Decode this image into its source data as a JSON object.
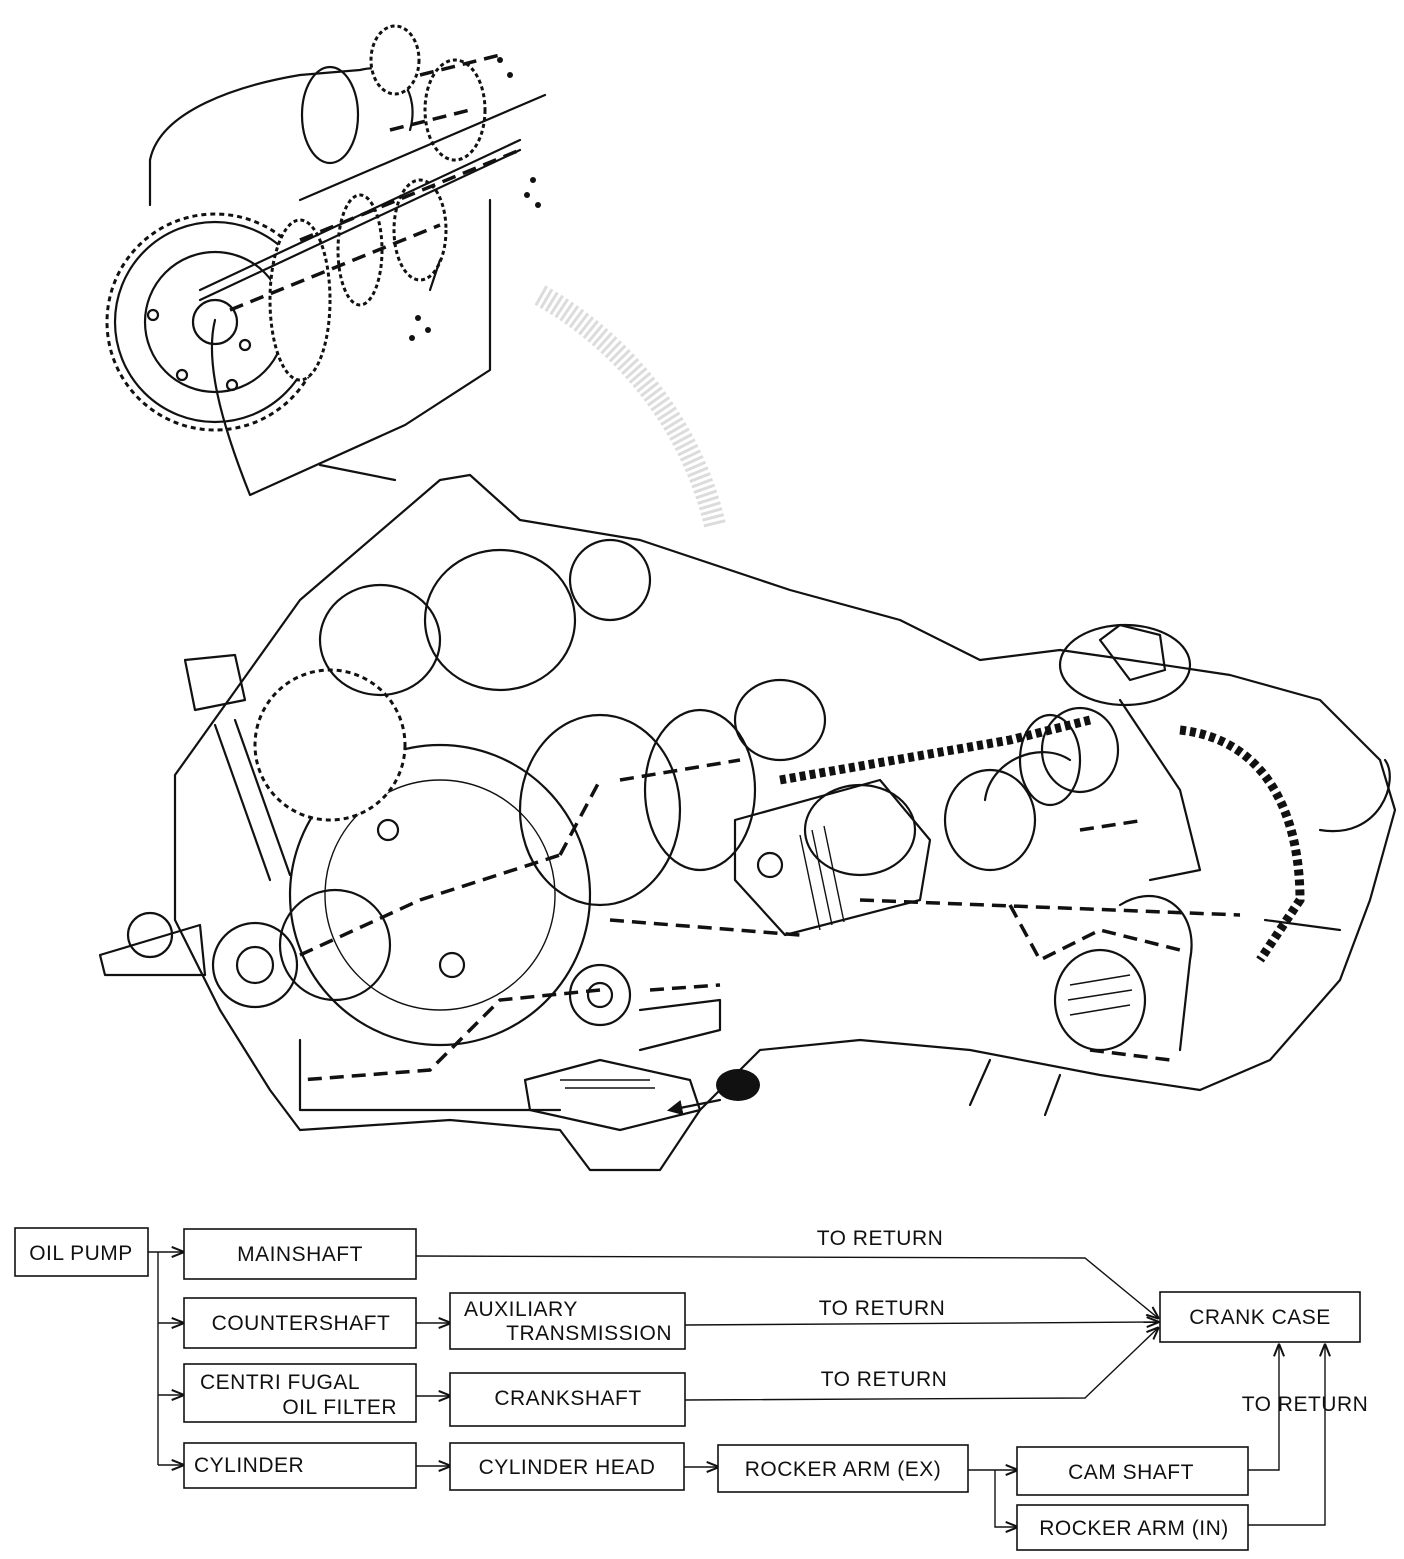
{
  "flowchart": {
    "nodes": {
      "oil_pump": "OIL PUMP",
      "mainshaft": "MAINSHAFT",
      "countershaft": "COUNTERSHAFT",
      "aux_transmission": [
        "AUXILIARY",
        "TRANSMISSION"
      ],
      "centrifugal_filter": [
        "CENTRI FUGAL",
        "OIL FILTER"
      ],
      "cylinder": "CYLINDER",
      "crankshaft": "CRANKSHAFT",
      "cylinder_head": "CYLINDER HEAD",
      "rocker_ex": "ROCKER ARM (EX)",
      "cam_shaft": "CAM SHAFT",
      "rocker_in": "ROCKER ARM (IN)",
      "crank_case": "CRANK CASE"
    },
    "return_labels": [
      "TO RETURN",
      "TO RETURN",
      "TO RETURN",
      "TO RETURN"
    ]
  }
}
